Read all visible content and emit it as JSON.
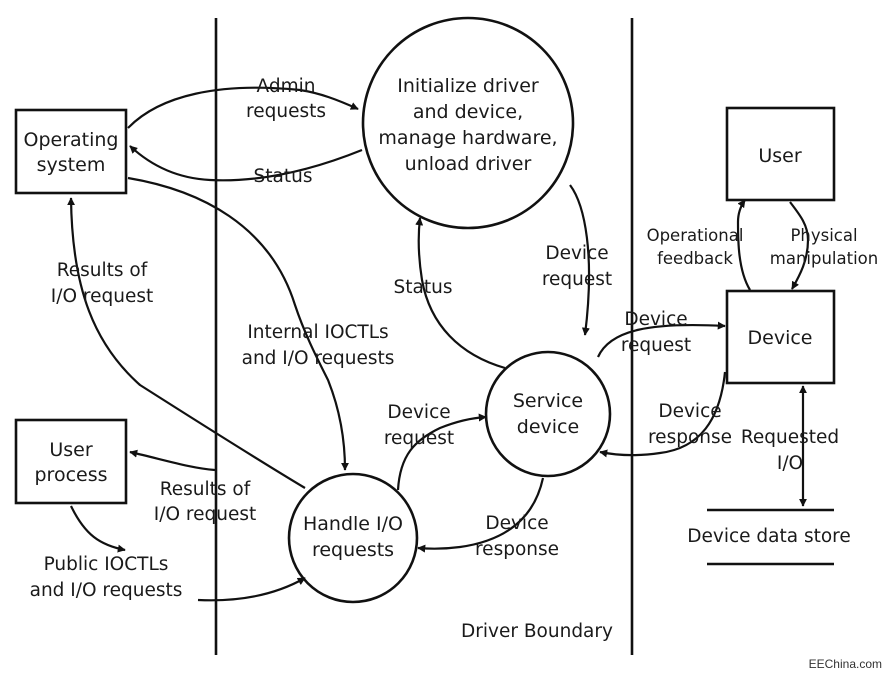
{
  "nodes": {
    "operating_system": [
      "Operating",
      "system"
    ],
    "user_process": [
      "User",
      "process"
    ],
    "user": [
      "User"
    ],
    "device": [
      "Device"
    ],
    "initialize_driver": [
      "Initialize driver",
      "and device,",
      "manage hardware,",
      "unload driver"
    ],
    "service_device": [
      "Service",
      "device"
    ],
    "handle_io": [
      "Handle I/O",
      "requests"
    ],
    "device_data_store": [
      "Device data store"
    ]
  },
  "flows": {
    "admin_requests": [
      "Admin",
      "requests"
    ],
    "status_to_os": [
      "Status"
    ],
    "results_io_to_os": [
      "Results of",
      "I/O request"
    ],
    "internal_ioctls": [
      "Internal IOCTLs",
      "and I/O requests"
    ],
    "results_io_to_user": [
      "Results of",
      "I/O request"
    ],
    "public_ioctls": [
      "Public IOCTLs",
      "and I/O requests"
    ],
    "device_request_init_to_service": [
      "Device",
      "request"
    ],
    "status_service_to_init": [
      "Status"
    ],
    "device_request_handle_to_service": [
      "Device",
      "request"
    ],
    "device_response_service_to_handle": [
      "Device",
      "response"
    ],
    "device_request_service_to_device": [
      "Device",
      "request"
    ],
    "device_response_device_to_service": [
      "Device",
      "response"
    ],
    "operational_feedback": [
      "Operational",
      "feedback"
    ],
    "physical_manipulation": [
      "Physical",
      "manipulation"
    ],
    "requested_io": [
      "Requested",
      "I/O"
    ]
  },
  "boundary_label": "Driver Boundary",
  "watermark": "EEChina.com"
}
